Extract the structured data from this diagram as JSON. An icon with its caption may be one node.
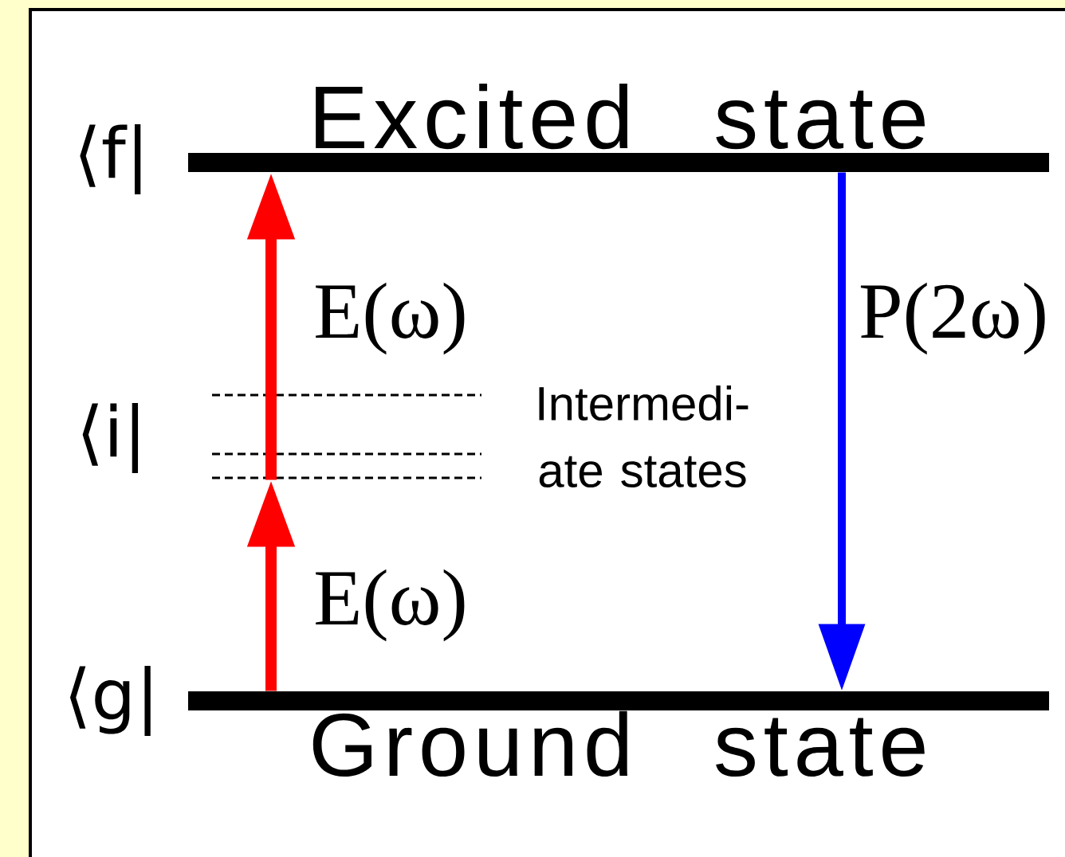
{
  "diagram": {
    "nodes": [
      {
        "text": [
          "Excited state"
        ],
        "beside": [
          "⟨f|"
        ]
      },
      {
        "text": [
          "Intermedi- ate states"
        ],
        "beside": [
          "⟨i|"
        ]
      },
      {
        "text": [
          "Ground state"
        ],
        "beside": [
          "⟨g|"
        ]
      }
    ],
    "edges": [
      {
        "from": 2,
        "to": 1,
        "arrow": "to",
        "label": "E(ω)"
      },
      {
        "from": 1,
        "to": 0,
        "arrow": "to",
        "label": "E(ω)"
      },
      {
        "from": 0,
        "to": 2,
        "arrow": "to",
        "label": "P(2ω)",
        "color": "#0000ff"
      }
    ]
  }
}
